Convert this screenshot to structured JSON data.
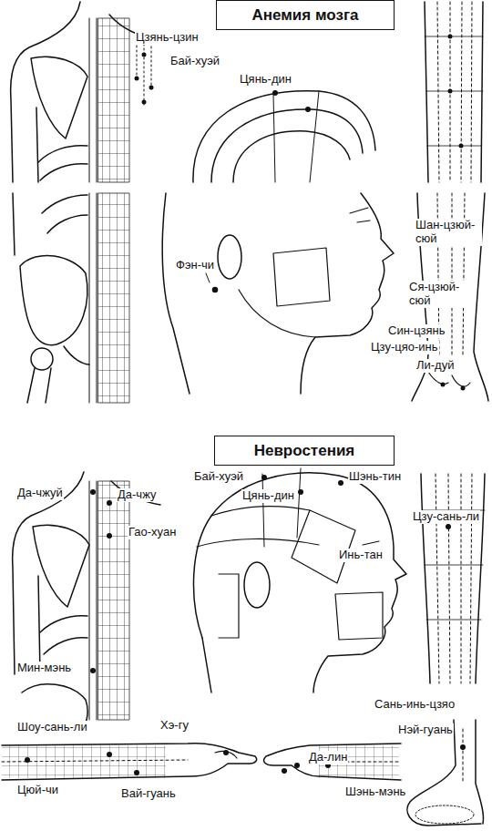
{
  "diagram": {
    "nodes": [
      {
        "text": [
          "Анемия мозга"
        ]
      },
      {
        "text": [
          "Невростения"
        ]
      }
    ],
    "labels": [
      "Цзянь-цзин",
      "Бай-хуэй",
      "Цянь-дин",
      "Фэн-чи",
      "Шан-цзюй-сюй",
      "Ся-цзюй-сюй",
      "Син-цзянь",
      "Цзу-цяо-инь",
      "Ли-дуй",
      "Бай-хуэй",
      "Шэнь-тин",
      "Да-чжуй",
      "Цянь-дин",
      "Да-чжу",
      "Цзу-сань-ли",
      "Гао-хуан",
      "Инь-тан",
      "Мин-мэнь",
      "Сань-инь-цзяо",
      "Шоу-сань-ли",
      "Хэ-гу",
      "Нэй-гуань",
      "Цюй-чи",
      "Да-лин",
      "Вай-гуань",
      "Шэнь-мэнь"
    ]
  }
}
